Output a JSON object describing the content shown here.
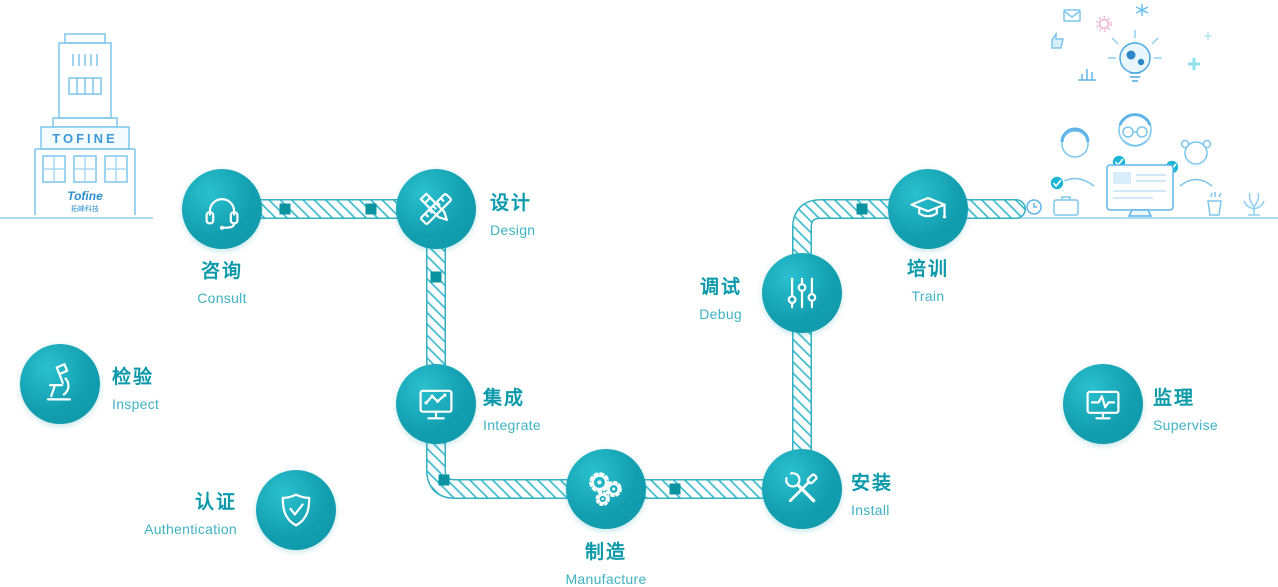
{
  "steps": [
    {
      "zh": "咨询",
      "en": "Consult",
      "icon": "headset-icon"
    },
    {
      "zh": "设计",
      "en": "Design",
      "icon": "pencil-ruler-icon"
    },
    {
      "zh": "集成",
      "en": "Integrate",
      "icon": "monitor-chart-icon"
    },
    {
      "zh": "制造",
      "en": "Manufacture",
      "icon": "gears-icon"
    },
    {
      "zh": "安装",
      "en": "Install",
      "icon": "wrench-screwdriver-icon"
    },
    {
      "zh": "调试",
      "en": "Debug",
      "icon": "sliders-icon"
    },
    {
      "zh": "培训",
      "en": "Train",
      "icon": "graduation-cap-icon"
    }
  ],
  "side_items": [
    {
      "zh": "检验",
      "en": "Inspect",
      "icon": "microscope-icon"
    },
    {
      "zh": "认证",
      "en": "Authentication",
      "icon": "shield-check-icon"
    },
    {
      "zh": "监理",
      "en": "Supervise",
      "icon": "monitor-pulse-icon"
    }
  ],
  "building": {
    "sign": "TOFINE",
    "logo": "Tofine",
    "logo_sub": "拓峰科技"
  },
  "colors": {
    "node_teal": "#12a0b0",
    "node_teal_light": "#2bc0cf",
    "label_zh": "#0c9aaa",
    "label_en": "#3fb3c3",
    "road_stripe": "#3cbccd",
    "road_outline": "#35b0c2",
    "road_marker": "#0b93a2",
    "illustration_blue": "#7cc6ee",
    "badge_teal": "#1db5d6"
  }
}
